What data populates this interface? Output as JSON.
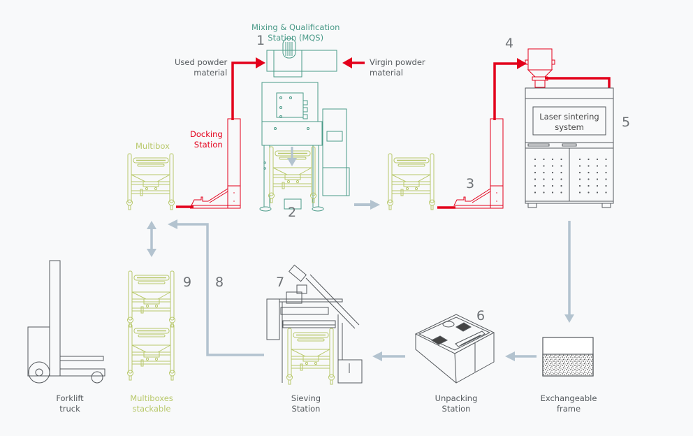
{
  "colors": {
    "background": "#f8f9fa",
    "powder_flow_red": "#e3001b",
    "docking_red": "#e3001b",
    "transport_arrow": "#b3c3cf",
    "mqs_teal": "#4a9a88",
    "multibox_yellowgreen": "#b8c86a",
    "machine_gray": "#55595d",
    "label_gray": "#555a5e",
    "number_gray": "#6e7276"
  },
  "title": {
    "mqs_line1": "Mixing & Qualification",
    "mqs_line2": "Station (MQS)"
  },
  "labels": {
    "used_powder_line1": "Used powder",
    "used_powder_line2": "material",
    "virgin_powder_line1": "Virgin powder",
    "virgin_powder_line2": "material",
    "docking_line1": "Docking",
    "docking_line2": "Station",
    "multibox": "Multibox",
    "laser_line1": "Laser sintering",
    "laser_line2": "system",
    "forklift_line1": "Forklift",
    "forklift_line2": "truck",
    "multiboxes_line1": "Multiboxes",
    "multiboxes_line2": "stackable",
    "sieving_line1": "Sieving",
    "sieving_line2": "Station",
    "unpacking_line1": "Unpacking",
    "unpacking_line2": "Station",
    "frame_line1": "Exchangeable",
    "frame_line2": "frame"
  },
  "steps": [
    "1",
    "2",
    "3",
    "4",
    "5",
    "6",
    "7",
    "8",
    "9"
  ]
}
